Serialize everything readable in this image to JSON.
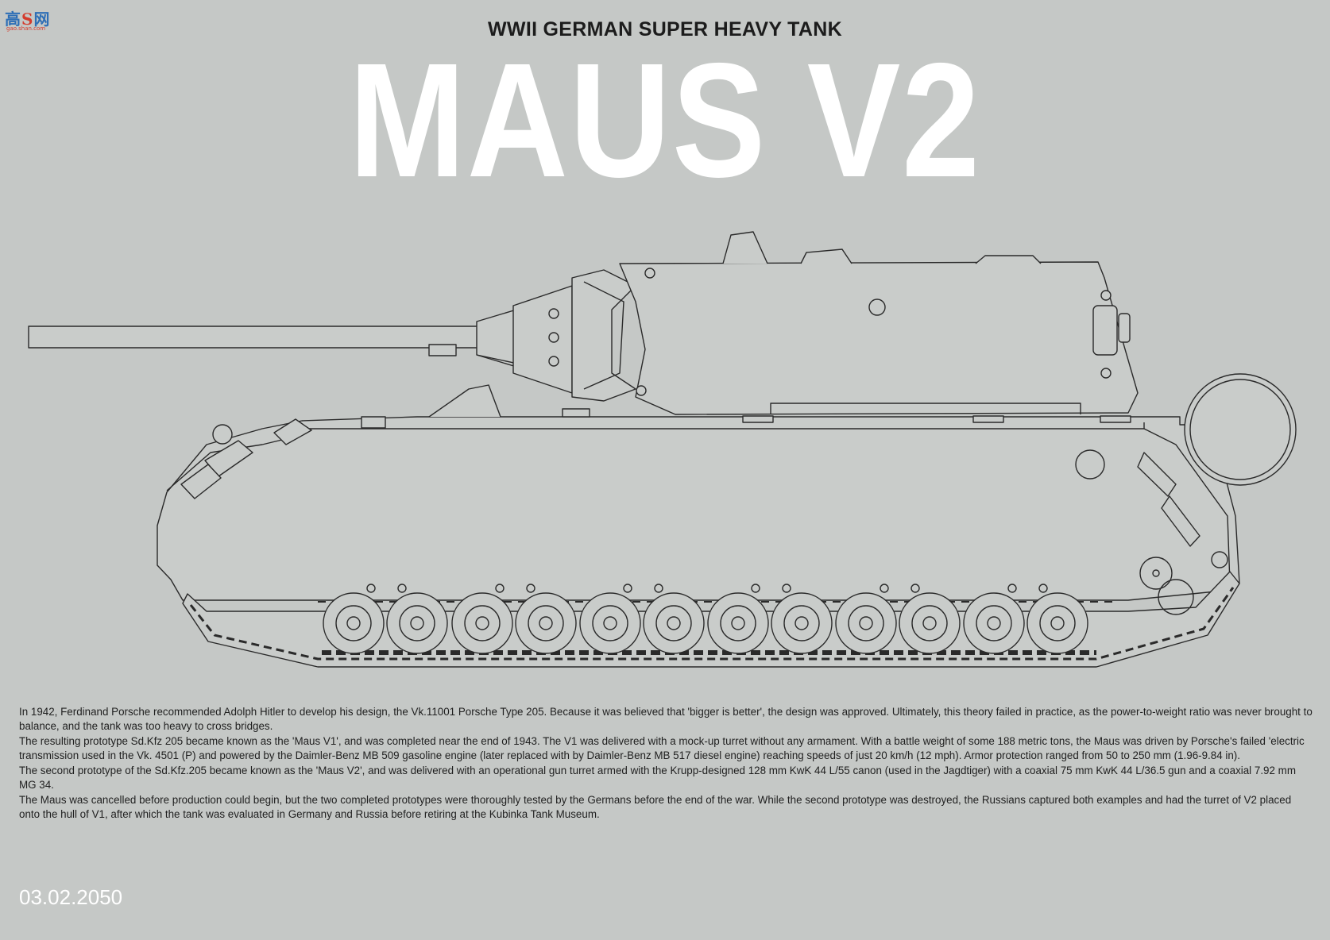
{
  "watermark": {
    "characters": [
      "高",
      "S",
      "网"
    ],
    "url": "gao.shan.com"
  },
  "header": {
    "subtitle": "WWII GERMAN SUPER HEAVY TANK",
    "title": "MAUS V2"
  },
  "description": [
    "In 1942, Ferdinand Porsche recommended Adolph Hitler to develop his design, the Vk.11001 Porsche Type 205. Because it was believed that 'bigger is better', the design was approved. Ultimately, this theory failed in practice, as the power-to-weight ratio was never brought to balance, and the tank was too heavy to cross bridges.",
    "The resulting prototype Sd.Kfz 205 became known as the 'Maus V1', and was completed near the end of 1943. The V1 was delivered with a mock-up turret without any armament. With a battle weight of some 188 metric tons, the Maus was driven by Porsche's failed 'electric transmission used in the Vk. 4501 (P) and powered by the Daimler-Benz MB 509 gasoline engine (later replaced with by Daimler-Benz MB 517 diesel engine) reaching speeds of just 20 km/h (12 mph). Armor protection ranged from 50 to 250 mm (1.96-9.84 in).",
    "The second prototype of the Sd.Kfz.205 became known as the 'Maus V2', and was delivered with an operational gun turret armed with the Krupp-designed 128 mm KwK 44 L/55 canon (used in the Jagdtiger) with a coaxial 75 mm KwK 44 L/36.5 gun and a coaxial 7.92 mm MG 34.",
    "The Maus was cancelled before production could begin, but the two completed prototypes were thoroughly tested by the Germans before the end of the war. While the second prototype was destroyed, the Russians captured both examples and had the turret of V2 placed onto the hull of V1, after which the tank was evaluated in Germany and Russia before retiring at the Kubinka Tank Museum."
  ],
  "footer": {
    "date": "03.02.2050"
  },
  "colors": {
    "background": "#c5c8c6",
    "line": "#2a2a2a",
    "fill": "#c9ccca",
    "title": "#ffffff"
  }
}
